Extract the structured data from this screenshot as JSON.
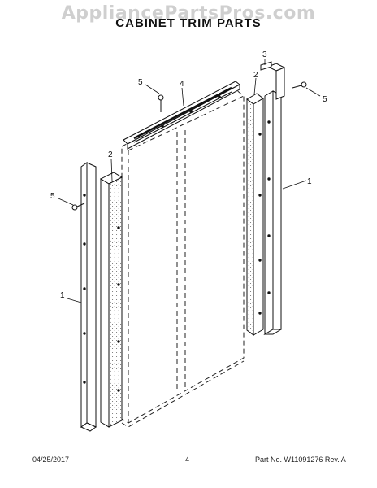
{
  "watermark": "AppliancePartsPros.com",
  "title": "CABINET TRIM PARTS",
  "callouts": {
    "c1_left": "1",
    "c1_right": "1",
    "c2_left": "2",
    "c2_right": "2",
    "c3": "3",
    "c4": "4",
    "c5_left": "5",
    "c5_top": "5",
    "c5_right": "5"
  },
  "footer": {
    "date": "04/25/2017",
    "page": "4",
    "part": "Part No. W11091276  Rev. A"
  }
}
